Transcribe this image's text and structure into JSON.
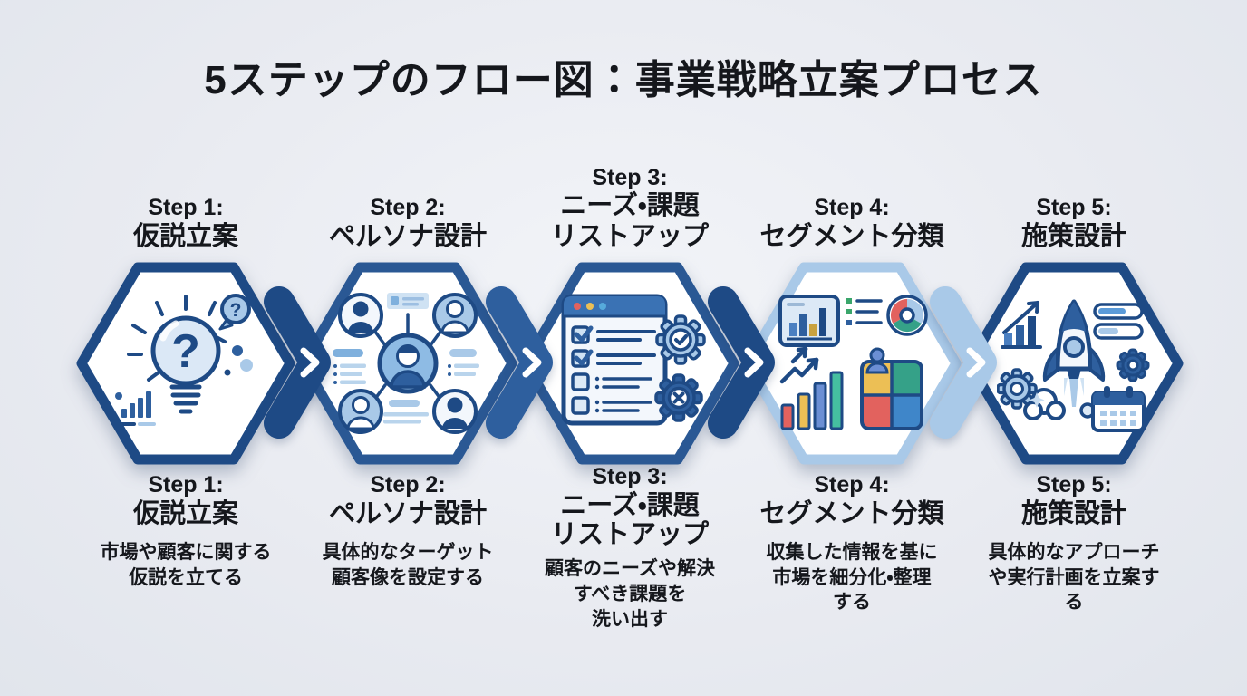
{
  "title": "5ステップのフロー図：事業戦略立案プロセス",
  "colors": {
    "background": "#e9ebf1",
    "title_text": "#15171c",
    "navy": "#1e4a85",
    "medium_blue": "#2e5f9e",
    "light_blue": "#a9c9e8",
    "pale_blue": "#dce9f6",
    "white": "#ffffff",
    "accent_red": "#e2625e",
    "accent_yellow": "#ecbf55",
    "accent_teal": "#35a188",
    "accent_green": "#3aa66b",
    "accent_blue": "#3f86c9"
  },
  "steps": [
    {
      "step_label": "Step 1:",
      "title_lines": [
        "仮説立案"
      ],
      "description_lines": [
        "市場や顧客に関する",
        "仮説を立てる"
      ],
      "icon": "lightbulb-question-icon",
      "icon_glyph": "?",
      "hex_border_color": "#1e4a85"
    },
    {
      "step_label": "Step 2:",
      "title_lines": [
        "ペルソナ設計"
      ],
      "description_lines": [
        "具体的なターゲット",
        "顧客像を設定する"
      ],
      "icon": "persona-network-icon",
      "hex_border_color": "#2a5894"
    },
    {
      "step_label": "Step 3:",
      "title_lines": [
        "ニーズ・課題",
        "リストアップ"
      ],
      "description_lines": [
        "顧客のニーズや解決",
        "すべき課題を",
        "洗い出す"
      ],
      "icon": "checklist-gears-icon",
      "hex_border_color": "#2a5894"
    },
    {
      "step_label": "Step 4:",
      "title_lines": [
        "セグメント分類"
      ],
      "description_lines": [
        "収集した情報を基に",
        "市場を細分化・整理",
        "する"
      ],
      "icon": "segmentation-charts-icon",
      "hex_border_color": "#a9c9e8"
    },
    {
      "step_label": "Step 5:",
      "title_lines": [
        "施策設計"
      ],
      "description_lines": [
        "具体的なアプローチ",
        "や実行計画を立案す",
        "る"
      ],
      "icon": "rocket-launch-icon",
      "hex_border_color": "#1e4a85"
    }
  ],
  "arrows": [
    {
      "icon": "chevron-right-icon",
      "color": "#1e4a85"
    },
    {
      "icon": "chevron-right-icon",
      "color": "#2e5f9e"
    },
    {
      "icon": "chevron-right-icon",
      "color": "#1e4a85"
    },
    {
      "icon": "chevron-right-icon",
      "color": "#a9c9e8"
    }
  ]
}
